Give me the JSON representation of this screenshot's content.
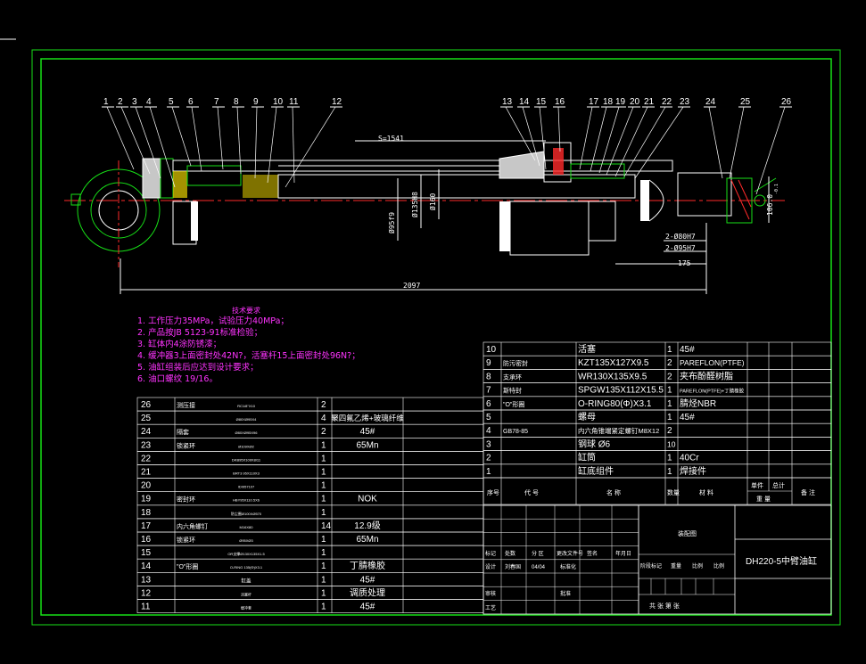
{
  "drawing": {
    "title_block_code": "DH220-5中臂油缸",
    "title_block_name": "装配图",
    "dimensions": {
      "stroke": "S=1541",
      "total_length": "2097",
      "d_rod": "Ø95f9",
      "d_piston_rod": "Ø135H8",
      "d_bore": "Ø160",
      "end_width": "106.0",
      "end_fit": "-0.1",
      "right_len": "175",
      "hole1": "2-Ø80H7",
      "hole2": "2-Ø95H7"
    },
    "balloons": [
      "1",
      "2",
      "3",
      "4",
      "5",
      "6",
      "7",
      "8",
      "9",
      "10",
      "11",
      "12",
      "13",
      "14",
      "15",
      "16",
      "17",
      "18",
      "19",
      "20",
      "21",
      "22",
      "23",
      "24",
      "25",
      "26"
    ]
  },
  "notes": {
    "title": "技术要求",
    "lines": [
      "1. 工作压力35MPa，试验压力40MPa；",
      "2. 产品按JB 5123-91标准检验；",
      "3. 缸体内4涂防锈漆；",
      "4. 缓冲器3上面密封处42N?，活塞杆15上面密封处96N?；",
      "5. 油缸组装后应达到设计要求；",
      "6. 油口螺纹 19/16。"
    ]
  },
  "bom_left": [
    [
      "26",
      "测压接",
      "RC1/8\"X10",
      "2",
      "",
      ""
    ],
    [
      "25",
      "",
      "Ø80XØ95X4",
      "4",
      "聚四氟乙烯+玻璃纤维",
      ""
    ],
    [
      "24",
      "隔套",
      "Ø80XØ95X96",
      "2",
      "45#",
      ""
    ],
    [
      "23",
      "锁紧环",
      "Ø109XØ2",
      "1",
      "65Mn",
      ""
    ],
    [
      "22",
      "",
      "DKB95X109X8/11",
      "1",
      "",
      ""
    ],
    [
      "21",
      "",
      "BRT3 95X110X3",
      "1",
      "",
      ""
    ],
    [
      "20",
      "",
      "IDI957107",
      "1",
      "",
      ""
    ],
    [
      "19",
      "密封环",
      "HBY95X110.5X6",
      "1",
      "NOK",
      ""
    ],
    [
      "18",
      "",
      "防尘圈Ø100XØ570",
      "1",
      "",
      ""
    ],
    [
      "17",
      "内六角螺钉",
      "M16X80",
      "14",
      "12.9级",
      ""
    ],
    [
      "16",
      "锁紧环",
      "Ø95XØ3",
      "1",
      "65Mn",
      ""
    ],
    [
      "15",
      "",
      "OR支撑Ø130X135X1.5",
      "1",
      "",
      ""
    ],
    [
      "14",
      "\"O\"形圈",
      "O-RING 135(Φ)X3.1",
      "1",
      "丁腈橡胶",
      ""
    ],
    [
      "13",
      "",
      "缸盖",
      "1",
      "45#",
      ""
    ],
    [
      "12",
      "",
      "活塞杆",
      "1",
      "调质处理",
      ""
    ],
    [
      "11",
      "",
      "缓冲套",
      "1",
      "45#",
      ""
    ]
  ],
  "bom_right": [
    [
      "10",
      "",
      "活塞",
      "1",
      "45#",
      ""
    ],
    [
      "9",
      "防污密封",
      "KZT135X127X9.5",
      "2",
      "PAREFLON(PTFE)",
      ""
    ],
    [
      "8",
      "支承环",
      "WR130X135X9.5",
      "2",
      "夹布酚醛树脂",
      ""
    ],
    [
      "7",
      "斯特封",
      "SPGW135X112X15.5",
      "1",
      "PAREFLON(PTFE)+丁腈橡胶",
      ""
    ],
    [
      "6",
      "\"O\"形圈",
      "O-RING80(Φ)X3.1",
      "1",
      "腈烃NBR",
      ""
    ],
    [
      "5",
      "",
      "螺母",
      "1",
      "45#",
      ""
    ],
    [
      "4",
      "GB78-85",
      "内六角锥端紧定螺钉M8X12",
      "2",
      "",
      ""
    ],
    [
      "3",
      "",
      "钢球 Ø6",
      "10",
      "",
      ""
    ],
    [
      "2",
      "",
      "缸筒",
      "1",
      "40Cr",
      ""
    ],
    [
      "1",
      "",
      "缸底组件",
      "1",
      "焊接件",
      ""
    ]
  ],
  "bom_header": {
    "seq": "序号",
    "code": "代 号",
    "name": "名 称",
    "qty": "数量",
    "material": "材 料",
    "unit": "单件",
    "total": "总计",
    "weight": "重 量",
    "remark": "备 注"
  },
  "title_block": {
    "row1": [
      "标记",
      "处数",
      "分 区",
      "更改文件号",
      "签名",
      "年月日"
    ],
    "design": "设计",
    "designer": "刘春国",
    "date": "04/04",
    "std": "标准化",
    "check": "审核",
    "process": "工艺",
    "approve": "批准",
    "stage": "阶段标记",
    "weight": "重量",
    "scale": "比例",
    "sheets": "共  张  第  张"
  }
}
